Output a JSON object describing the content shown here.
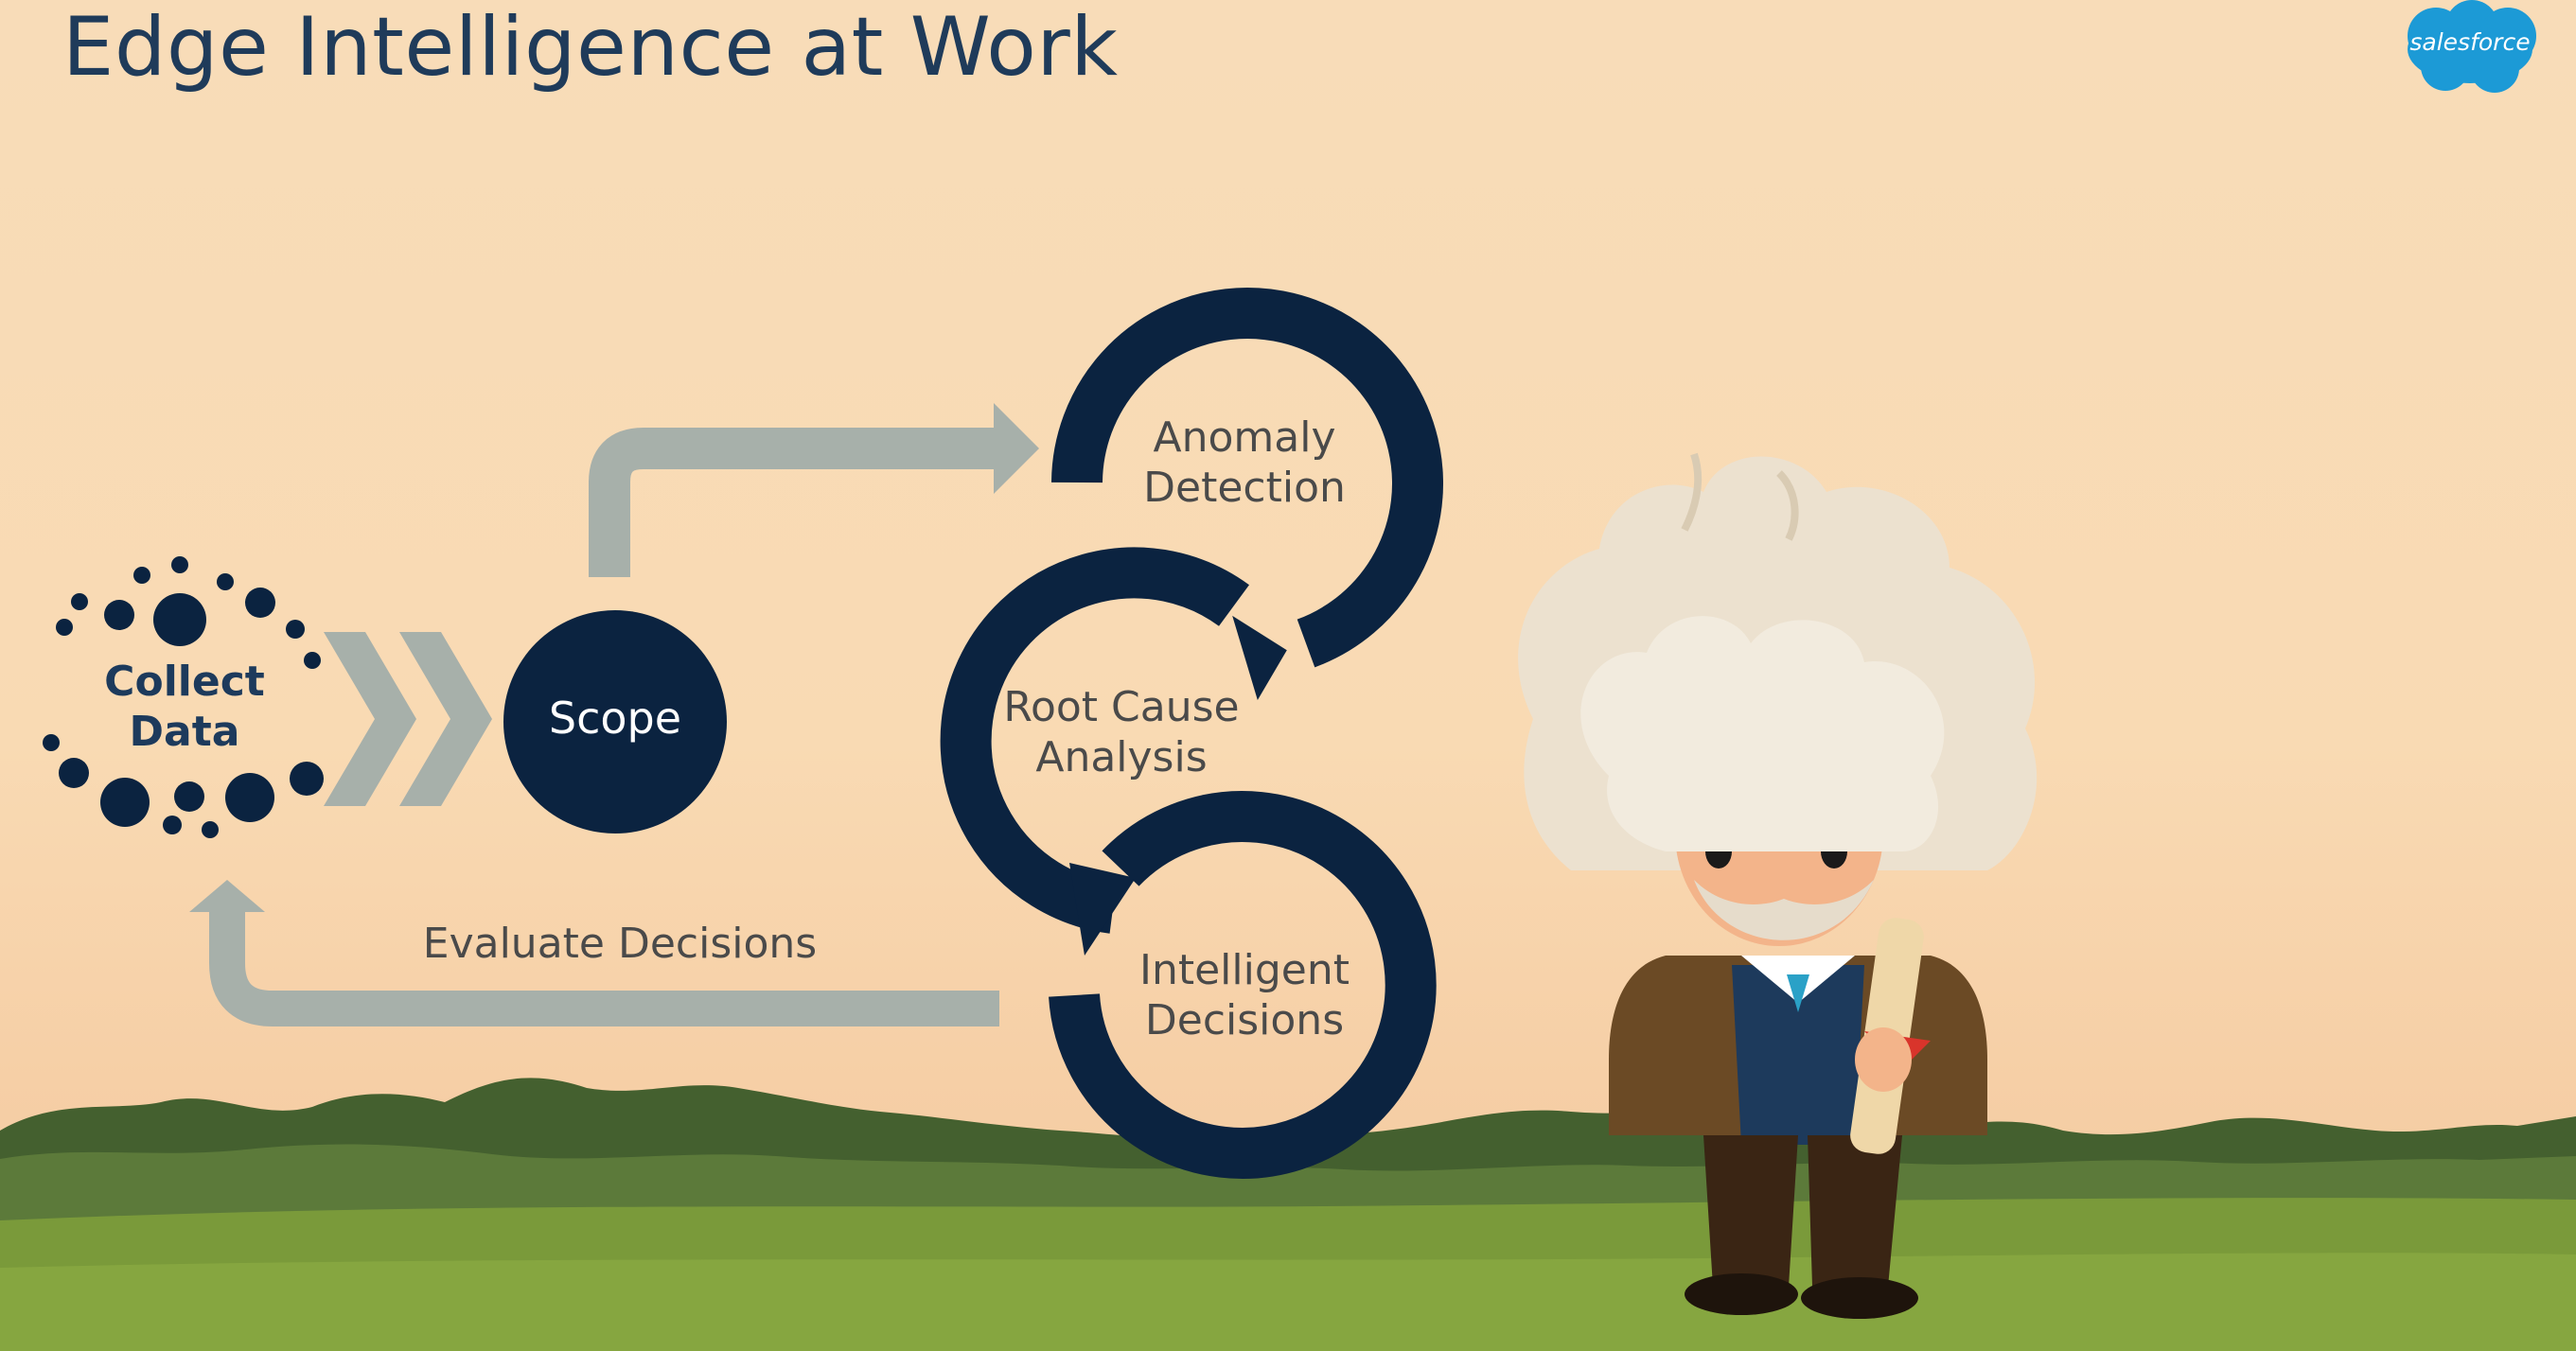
{
  "slide": {
    "title": "Edge Intelligence at Work"
  },
  "logo": {
    "text": "salesforce"
  },
  "diagram": {
    "collect": {
      "line1": "Collect",
      "line2": "Data"
    },
    "scope": "Scope",
    "anomaly": {
      "line1": "Anomaly",
      "line2": "Detection"
    },
    "root_cause": {
      "line1": "Root Cause",
      "line2": "Analysis"
    },
    "intelligent": {
      "line1": "Intelligent",
      "line2": "Decisions"
    },
    "evaluate": "Evaluate Decisions"
  },
  "colors": {
    "navy": "#0b2340",
    "gray_arrow": "#a7b0aa",
    "title": "#1f3b5a",
    "logo_blue": "#1c9ad6"
  },
  "icons": [
    "salesforce-cloud-logo",
    "dot-cluster",
    "chevron-icon",
    "arrow-icon",
    "einstein-mascot"
  ]
}
